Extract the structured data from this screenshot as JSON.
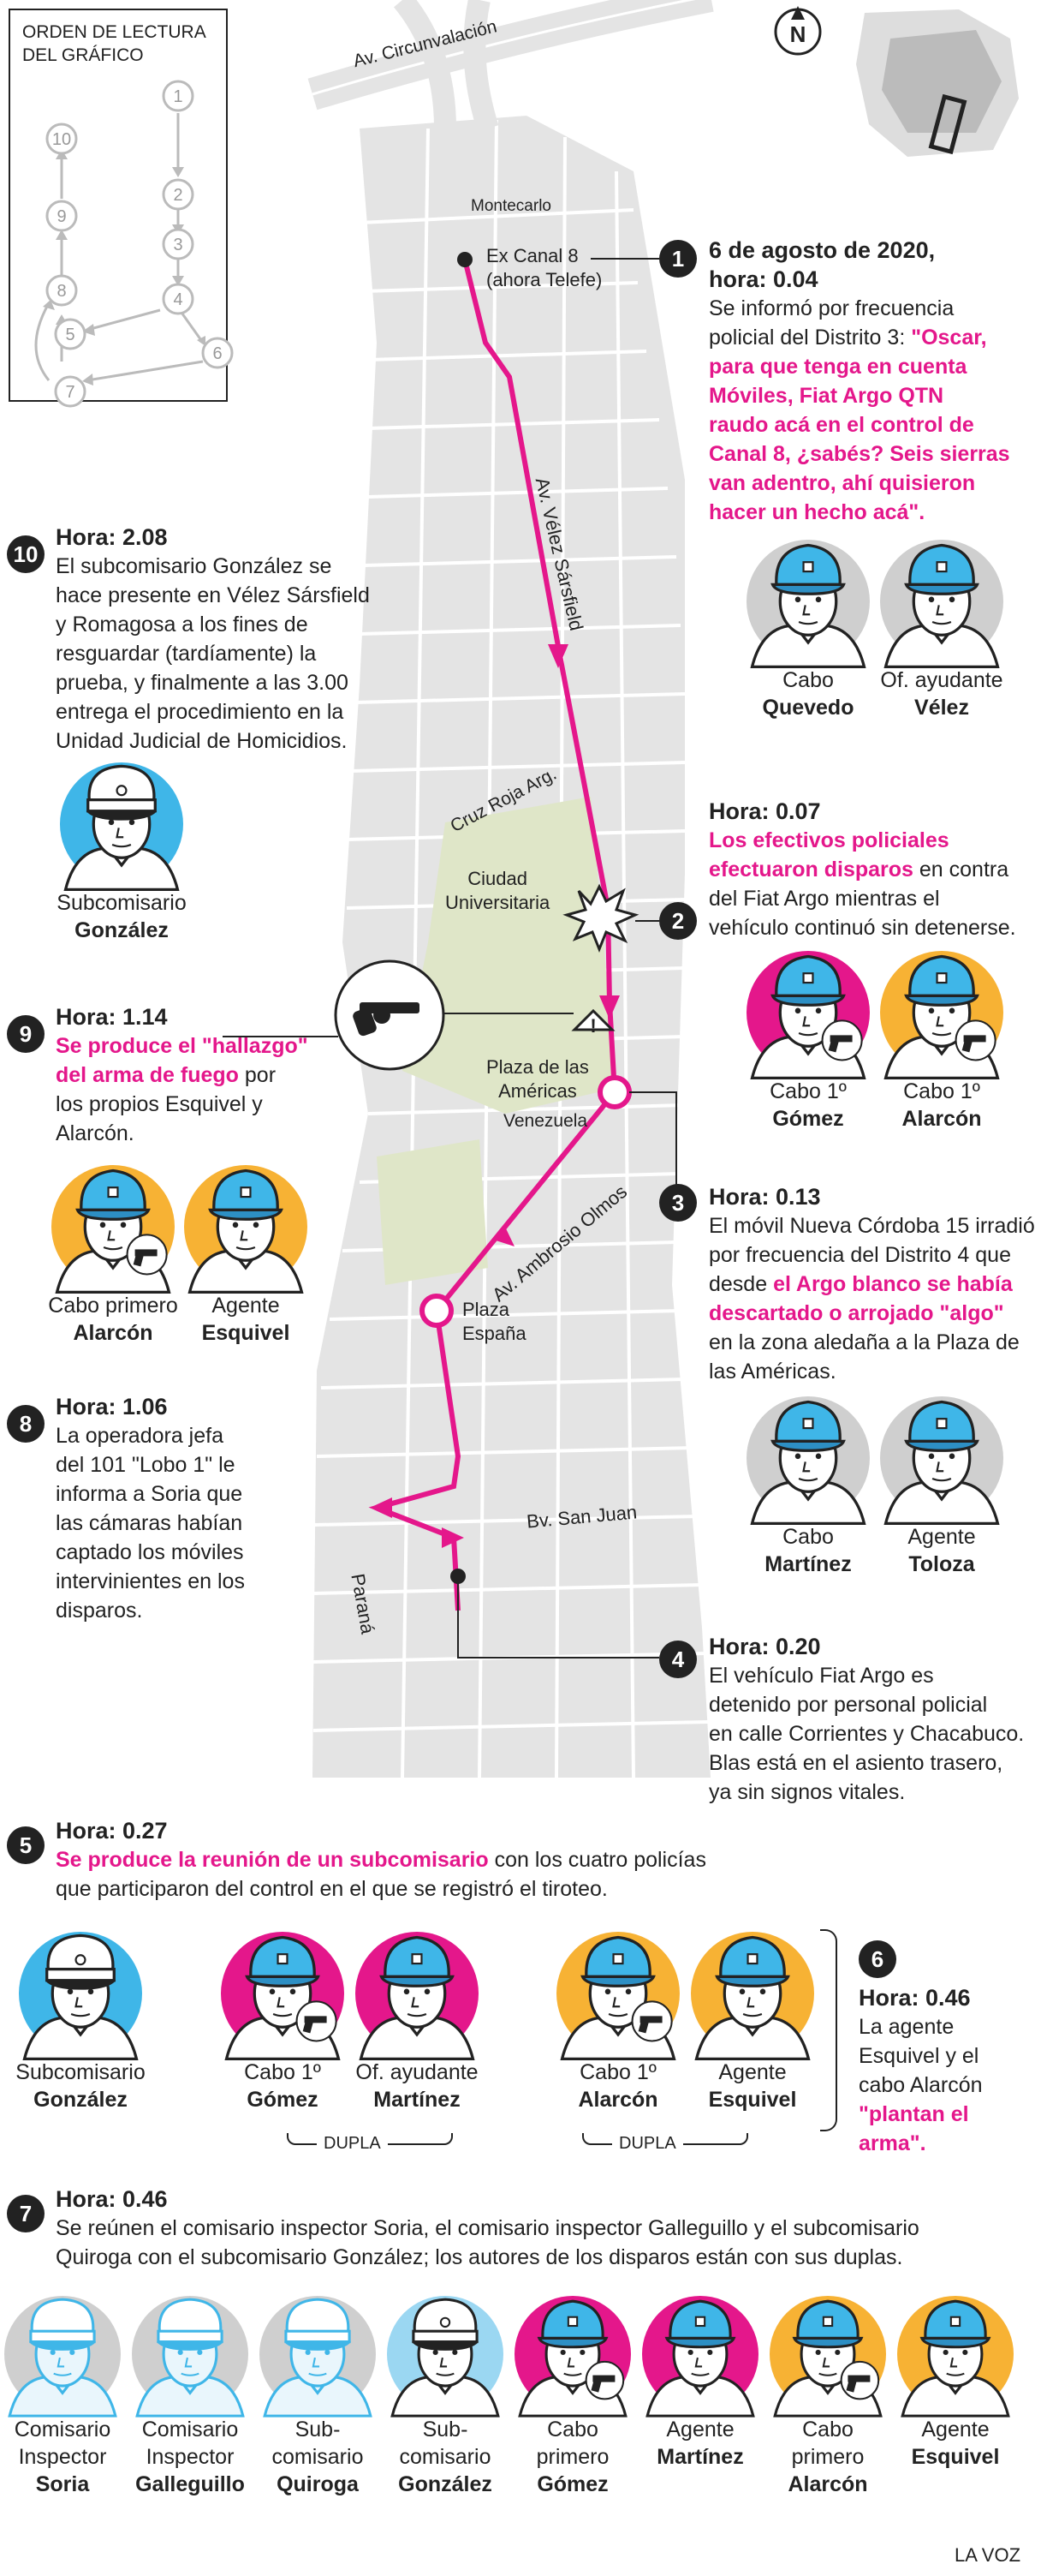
{
  "legend": {
    "title1": "ORDEN DE LECTURA",
    "title2": "DEL GRÁFICO",
    "nodes": [
      "1",
      "2",
      "3",
      "4",
      "5",
      "6",
      "7",
      "8",
      "9",
      "10"
    ]
  },
  "compass": "N",
  "map_labels": {
    "circunvalacion": "Av. Circunvalación",
    "montecarlo": "Montecarlo",
    "canal8_1": "Ex Canal 8",
    "canal8_2": "(ahora Telefe)",
    "velez": "Av. Vélez Sársfield",
    "cruzroja": "Cruz Roja Arg.",
    "ciudad1": "Ciudad",
    "ciudad2": "Universitaria",
    "plaza_am1": "Plaza de las",
    "plaza_am2": "Américas",
    "venezuela": "Venezuela",
    "olmos": "Av. Ambrosio Olmos",
    "plaza_es1": "Plaza",
    "plaza_es2": "España",
    "sanjuan": "Bv. San Juan",
    "parana": "Paraná"
  },
  "e1": {
    "num": "1",
    "hora_a": "6 de agosto de 2020,",
    "hora_b": "hora: 0.04",
    "l1": "Se informó por frecuencia",
    "l2": "policial del Distrito 3:",
    "q1": "\"Oscar,",
    "q2": "para que tenga en cuenta",
    "q3": "Móviles, Fiat Argo QTN",
    "q4": "raudo acá en el control de",
    "q5": "Canal 8, ¿sabés? Seis sierras",
    "q6": "van adentro, ahí quisieron",
    "q7": "hacer un hecho acá\"."
  },
  "e1_people": [
    {
      "top": "Cabo",
      "name": "Quevedo"
    },
    {
      "top": "Of. ayudante",
      "name": "Vélez"
    }
  ],
  "e2": {
    "num": "2",
    "hora": "Hora: 0.07",
    "p1": "Los efectivos policiales",
    "p2": "efectuaron disparos",
    "t2": " en contra",
    "t3": "del Fiat Argo mientras el",
    "t4": "vehículo continuó sin detenerse."
  },
  "e2_people": [
    {
      "top": "Cabo 1º",
      "name": "Gómez"
    },
    {
      "top": "Cabo 1º",
      "name": "Alarcón"
    }
  ],
  "e3": {
    "num": "3",
    "hora": "Hora: 0.13",
    "t1": "El móvil Nueva Córdoba 15 irradió",
    "t2": "por frecuencia del Distrito 4 que",
    "t3": "desde ",
    "p1": "el Argo blanco se había",
    "p2": "descartado o arrojado \"algo\"",
    "t4": "en la zona aledaña a la Plaza de",
    "t5": "las Américas."
  },
  "e3_people": [
    {
      "top": "Cabo",
      "name": "Martínez"
    },
    {
      "top": "Agente",
      "name": "Toloza"
    }
  ],
  "e4": {
    "num": "4",
    "hora": "Hora: 0.20",
    "t1": "El vehículo Fiat Argo es",
    "t2": "detenido por personal policial",
    "t3": "en calle Corrientes y Chacabuco.",
    "t4": "Blas está en el asiento trasero,",
    "t5": "ya sin signos vitales."
  },
  "e5": {
    "num": "5",
    "hora": "Hora: 0.27",
    "p1": "Se produce la reunión de un subcomisario",
    "t1": " con los cuatro policías",
    "t2": "que participaron del control en el que se registró el tiroteo."
  },
  "e5_people": [
    {
      "top": "Subcomisario",
      "name": "González"
    },
    {
      "top": "Cabo 1º",
      "name": "Gómez"
    },
    {
      "top": "Of. ayudante",
      "name": "Martínez"
    },
    {
      "top": "Cabo 1º",
      "name": "Alarcón"
    },
    {
      "top": "Agente",
      "name": "Esquivel"
    }
  ],
  "dupla": "DUPLA",
  "e6": {
    "num": "6",
    "hora": "Hora: 0.46",
    "t1": "La agente",
    "t2": "Esquivel y el",
    "t3": "cabo Alarcón",
    "p1": "\"plantan el",
    "p2": "arma\"."
  },
  "e7": {
    "num": "7",
    "hora": "Hora: 0.46",
    "t1": "Se reúnen el comisario inspector Soria, el comisario inspector Galleguillo y el subcomisario",
    "t2": "Quiroga con el subcomisario González; los autores de los disparos están con sus duplas."
  },
  "e7_people": [
    {
      "l1": "Comisario",
      "l2": "Inspector",
      "name": "Soria"
    },
    {
      "l1": "Comisario",
      "l2": "Inspector",
      "name": "Galleguillo"
    },
    {
      "l1": "Sub-",
      "l2": "comisario",
      "name": "Quiroga"
    },
    {
      "l1": "Sub-",
      "l2": "comisario",
      "name": "González"
    },
    {
      "l1": "Cabo",
      "l2": "primero",
      "name": "Gómez"
    },
    {
      "l1": "Agente",
      "l2": "",
      "name": "Martínez"
    },
    {
      "l1": "Cabo",
      "l2": "primero",
      "name": "Alarcón"
    },
    {
      "l1": "Agente",
      "l2": "",
      "name": "Esquivel"
    }
  ],
  "e8": {
    "num": "8",
    "hora": "Hora: 1.06",
    "t1": "La operadora jefa",
    "t2": "del 101 \"Lobo 1\" le",
    "t3": "informa a Soria que",
    "t4": "las cámaras habían",
    "t5": "captado los móviles",
    "t6": "intervinientes en los",
    "t7": "disparos."
  },
  "e9": {
    "num": "9",
    "hora": "Hora: 1.14",
    "p1": "Se produce el \"hallazgo\"",
    "p2": "del arma de fuego",
    "t1": " por",
    "t2": "los propios Esquivel y",
    "t3": "Alarcón."
  },
  "e9_people": [
    {
      "top": "Cabo primero",
      "name": "Alarcón"
    },
    {
      "top": "Agente",
      "name": "Esquivel"
    }
  ],
  "e10": {
    "num": "10",
    "hora": "Hora: 2.08",
    "t1": "El subcomisario González se",
    "t2": "hace presente en Vélez Sársfield",
    "t3": "y Romagosa a los fines de",
    "t4": "resguardar (tardíamente) la",
    "t5": "prueba, y finalmente a las 3.00",
    "t6": "entrega el procedimiento en la",
    "t7": "Unidad Judicial de Homicidios."
  },
  "e10_people": [
    {
      "top": "Subcomisario",
      "name": "González"
    }
  ],
  "credit": "LA VOZ",
  "colors": {
    "pink": "#e4178b",
    "orange": "#f7b234",
    "blue": "#3fb6e8",
    "grey": "#cfcfcf",
    "light_blue": "#9bd7f2",
    "map": "#e4e4e4",
    "park": "#dfe6c8"
  }
}
